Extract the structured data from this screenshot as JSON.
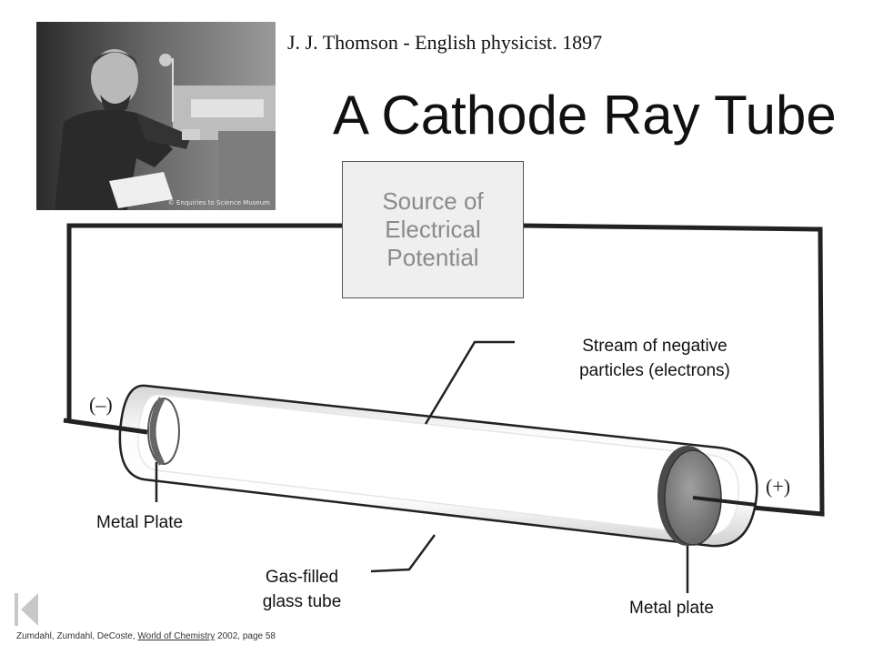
{
  "caption": "J. J. Thomson - English physicist. 1897",
  "title": "A Cathode Ray Tube",
  "photo": {
    "credit": "© Enquiries to Science Museum"
  },
  "source_box": {
    "text": "Source of\nElectrical\nPotential"
  },
  "labels": {
    "stream": "Stream of negative\nparticles (electrons)",
    "metal_plate_left": "Metal Plate",
    "gas_tube": "Gas-filled\nglass tube",
    "metal_plate_right": "Metal plate",
    "negative": "(–)",
    "positive": "(+)"
  },
  "reference": {
    "before": "Zumdahl, Zumdahl, DeCoste, ",
    "book": "World of Chemistry",
    "after": " 2002, page 58"
  },
  "nav": {
    "icon": "skip-to-start-icon"
  }
}
